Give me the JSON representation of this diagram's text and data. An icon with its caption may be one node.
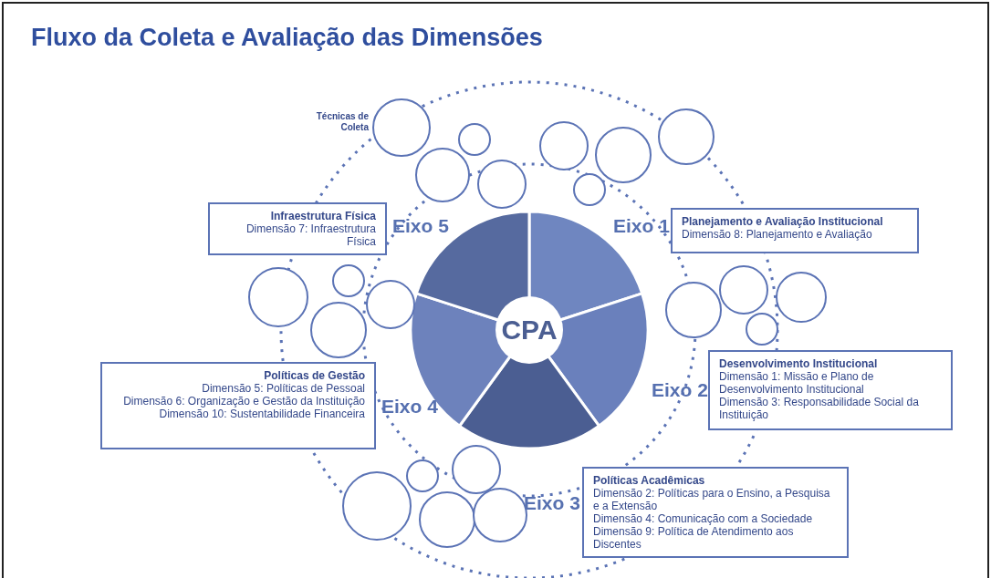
{
  "diagram": {
    "title": "Fluxo da Coleta e Avaliação das Dimensões",
    "nodes": [
      {
        "text": [],
        "shape": "circle"
      },
      {
        "text": [],
        "shape": "circle"
      },
      {
        "text": [],
        "shape": "circle"
      },
      {
        "text": [],
        "shape": "circle"
      },
      {
        "text": [],
        "shape": "circle"
      },
      {
        "text": [],
        "shape": "circle"
      },
      {
        "text": [],
        "shape": "circle"
      },
      {
        "text": [],
        "shape": "circle"
      },
      {
        "text": [
          "Infraestrutura Física",
          "Dimensão 7: Infraestrutura Física"
        ],
        "beside": [
          "Eixo 5"
        ]
      },
      {
        "text": [
          "Planejamento e Avaliação Institucional",
          "Dimensão 8: Planejamento e Avaliação"
        ],
        "beside": [
          "Eixo 1"
        ]
      },
      {
        "text": [],
        "shape": "circle"
      },
      {
        "text": [],
        "shape": "circle"
      },
      {
        "text": [],
        "shape": "circle"
      },
      {
        "text": [],
        "shape": "circle"
      },
      {
        "text": [
          "CPA"
        ]
      },
      {
        "text": [],
        "shape": "circle"
      },
      {
        "text": [],
        "shape": "circle"
      },
      {
        "text": [],
        "shape": "circle"
      },
      {
        "text": [],
        "shape": "circle"
      },
      {
        "text": [
          "Políticas de Gestão",
          "Dimensão 5: Políticas de Pessoal",
          "Dimensão 6: Organização e Gestão da Instituição",
          "Dimensão 10: Sustentabilidade Financeira"
        ],
        "beside": [
          "Eixo 4"
        ]
      },
      {
        "text": [
          "Desenvolvimento Institucional",
          "Dimensão 1: Missão e Plano de Desenvolvimento Institucional",
          "Dimensão 3: Responsabilidade Social da Instituição"
        ],
        "beside": [
          "Eixo 2"
        ]
      },
      {
        "text": [],
        "shape": "circle"
      },
      {
        "text": [],
        "shape": "circle"
      },
      {
        "text": [],
        "shape": "circle"
      },
      {
        "text": [],
        "shape": "circle"
      },
      {
        "text": [],
        "shape": "circle"
      },
      {
        "text": [
          "Políticas Acadêmicas",
          "Dimensão 2: Políticas para o Ensino, a Pesquisa e a Extensão",
          "Dimensão 4: Comunicação com a Sociedade",
          "Dimensão 9: Política de Atendimento aos Discentes"
        ],
        "beside": [
          "Eixo 3"
        ]
      }
    ],
    "labels": [
      "Técnicas de Coleta"
    ]
  }
}
